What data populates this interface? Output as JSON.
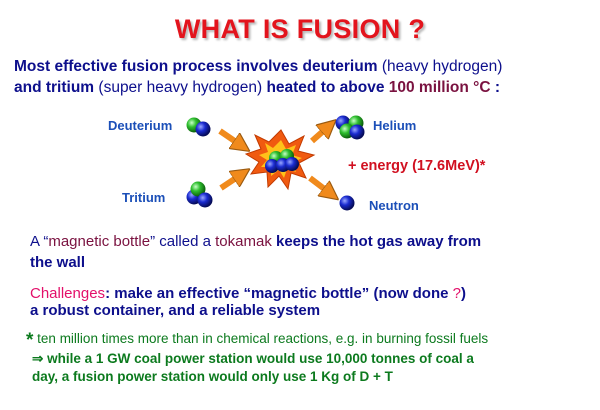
{
  "title": "WHAT IS FUSION ?",
  "intro": {
    "line1_a": "Most effective fusion process involves deuterium",
    "line1_b": "(heavy hydrogen)",
    "line2_a": "and tritium",
    "line2_b": "(super heavy hydrogen)",
    "line2_c": "heated to above",
    "line2_d": "100 million °C",
    "line2_e": ":"
  },
  "diagram": {
    "deuterium": "Deuterium",
    "tritium": "Tritium",
    "helium": "Helium",
    "neutron": "Neutron",
    "energy": "+ energy (17.6MeV)*",
    "colors": {
      "proton": "#2fbf2f",
      "neutron": "#1a2bd0",
      "arrow": "#f08a1c",
      "burst_outer": "#f05a10",
      "burst_inner": "#ffc21a"
    }
  },
  "tokamak": {
    "p1": "A “",
    "p2": "magnetic bottle",
    "p3": "” called a",
    "p4": "tokamak",
    "p5": "keeps the hot gas away from",
    "line2": "the wall"
  },
  "challenges": {
    "label": "Challenges",
    "text1": ": make an effective “magnetic bottle” (now done",
    "q": "?",
    "text1_end": ")",
    "line2": "a robust container, and a reliable system"
  },
  "footnote": {
    "star": "*",
    "line1": "ten million times more than in chemical reactions, e.g. in burning fossil fuels",
    "arrow": "⇒",
    "line2": "while a 1 GW coal power station would use 10,000 tonnes of coal a",
    "line3": "day, a fusion power station would only use 1 Kg of D + T"
  }
}
